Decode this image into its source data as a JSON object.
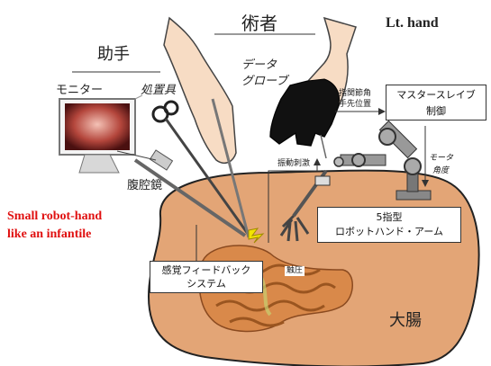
{
  "labels": {
    "surgeon": "術者",
    "left_hand": "Lt. hand",
    "assistant": "助手",
    "monitor": "モニター",
    "forceps": "処置具",
    "data_glove_line1": "データ",
    "data_glove_line2": "グローブ",
    "joint_angle_line1": "指関節角",
    "joint_angle_line2": "手先位置",
    "laparoscope": "腹腔鏡",
    "vibration": "振動刺激",
    "motor_angle_line1": "モータ",
    "motor_angle_line2": "角度",
    "small_robot_line1": "Small robot-hand",
    "small_robot_line2": "like an infantile",
    "touch_pressure": "触圧",
    "large_intestine": "大腸"
  },
  "boxes": {
    "master_slave_line1": "マスタースレイブ",
    "master_slave_line2": "制御",
    "robot_hand_line1": "5指型",
    "robot_hand_line2": "ロボットハンド・アーム",
    "feedback_line1": "感覚フィードバック",
    "feedback_line2": "システム"
  },
  "colors": {
    "abdomen_fill": "#e3a576",
    "abdomen_stroke": "#222222",
    "intestine": "#d9894a",
    "red_text": "#e01010",
    "glove": "#111111",
    "skin": "#f7dcc4"
  },
  "icons": [
    "monitor-icon",
    "forceps-icon",
    "laparoscope-icon",
    "robot-arm-icon",
    "data-glove-icon",
    "intestine-icon",
    "touch-flash-icon"
  ]
}
